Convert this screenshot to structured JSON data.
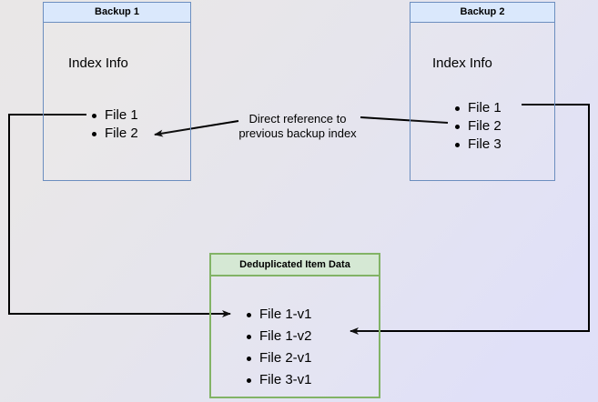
{
  "diagram": {
    "title_hidden": "Backup deduplication reference diagram",
    "background": {
      "from_color": "#e9e7e7",
      "to_color": "#e0e0f8"
    },
    "colors": {
      "blue_fill": "#dae8fc",
      "blue_stroke": "#6c8ebf",
      "green_fill": "#d5e8d4",
      "green_stroke": "#82b366",
      "arrow_stroke": "#000000",
      "text": "#000000"
    },
    "boxes": [
      {
        "id": "backup-1",
        "header": "Backup 1",
        "section_label": "Index Info",
        "items": [
          "File 1",
          "File 2"
        ]
      },
      {
        "id": "backup-2",
        "header": "Backup 2",
        "section_label": "Index Info",
        "items": [
          "File 1",
          "File 2",
          "File 3"
        ]
      },
      {
        "id": "deduplicated-item-data",
        "header": "Deduplicated Item Data",
        "items": [
          "File 1-v1",
          "File 1-v2",
          "File 2-v1",
          "File 3-v1"
        ]
      }
    ],
    "annotations": [
      {
        "id": "direct-reference",
        "line1": "Direct reference to",
        "line2": "previous backup index"
      }
    ]
  }
}
